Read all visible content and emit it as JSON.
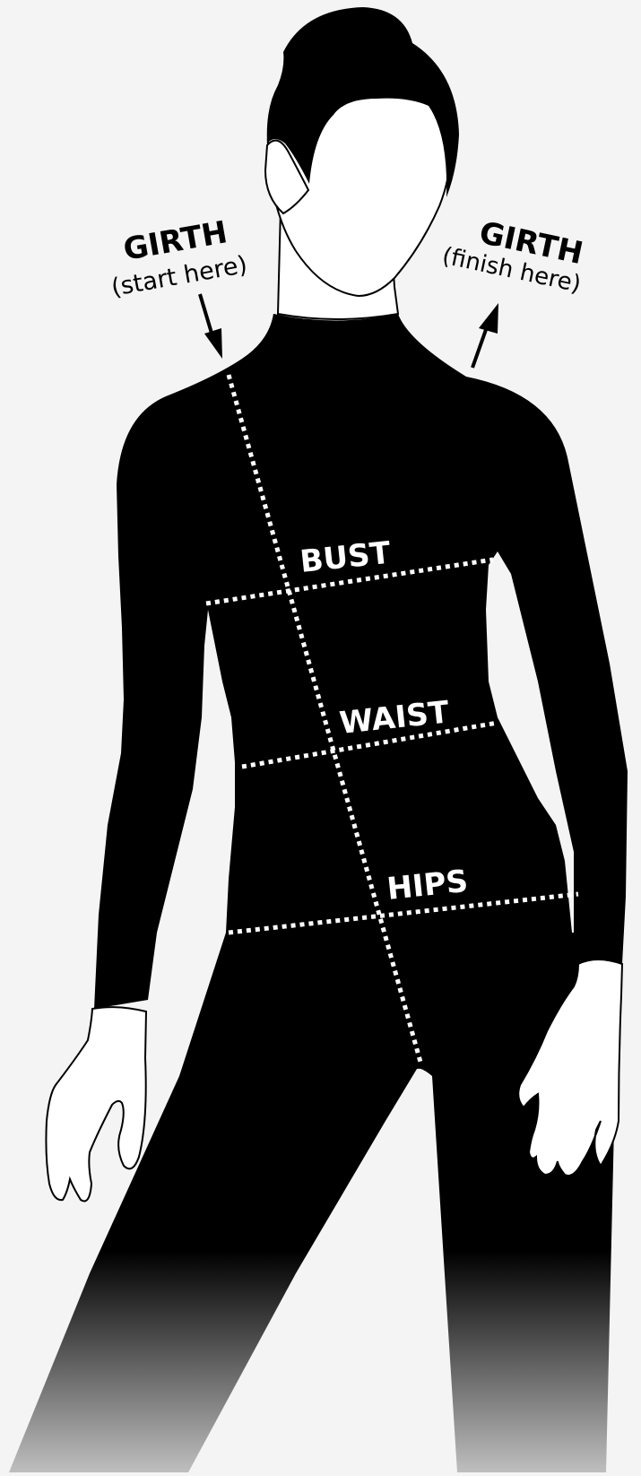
{
  "labels": {
    "girth_start_title": "GIRTH",
    "girth_start_sub": "(start here)",
    "girth_finish_title": "GIRTH",
    "girth_finish_sub": "(finish here)",
    "bust": "BUST",
    "waist": "WAIST",
    "hips": "HIPS"
  },
  "colors": {
    "background": "#f4f4f4",
    "silhouette": "#000000",
    "skin": "#ffffff",
    "measure_line": "#ffffff"
  }
}
